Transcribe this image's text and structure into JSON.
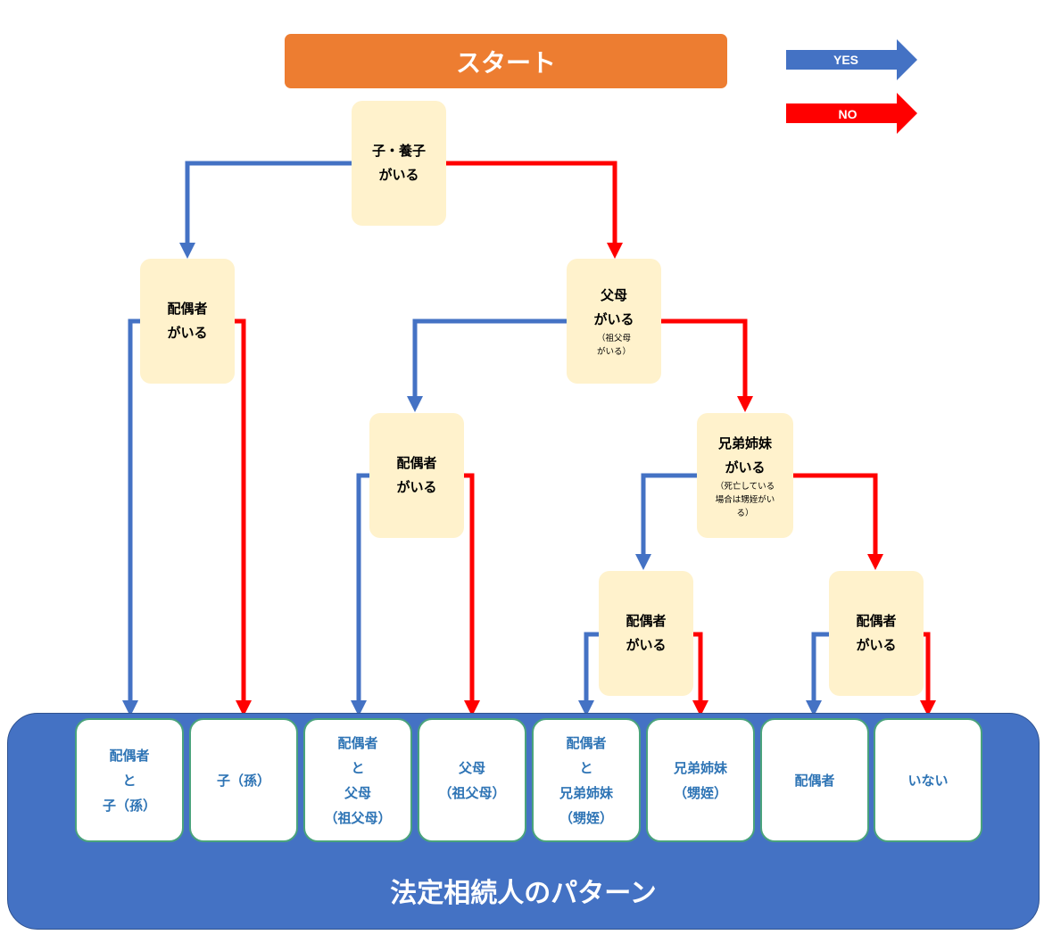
{
  "start": {
    "label": "スタート"
  },
  "legend": {
    "yes": "YES",
    "no": "NO",
    "yes_color": "#4472c4",
    "no_color": "#ff0000"
  },
  "decisions": {
    "children": {
      "line1": "子・養子",
      "line2": "がいる"
    },
    "spouse_a": {
      "line1": "配偶者",
      "line2": "がいる"
    },
    "parents": {
      "line1": "父母",
      "line2": "がいる",
      "note1": "（祖父母",
      "note2": "がいる）"
    },
    "spouse_b": {
      "line1": "配偶者",
      "line2": "がいる"
    },
    "siblings": {
      "line1": "兄弟姉妹",
      "line2": "がいる",
      "note1": "（死亡している",
      "note2": "場合は甥姪がい",
      "note3": "る）"
    },
    "spouse_c": {
      "line1": "配偶者",
      "line2": "がいる"
    },
    "spouse_d": {
      "line1": "配偶者",
      "line2": "がいる"
    }
  },
  "outcomes": [
    {
      "lines": [
        "配偶者",
        "と",
        "子（孫）"
      ]
    },
    {
      "lines": [
        "子（孫）"
      ]
    },
    {
      "lines": [
        "配偶者",
        "と",
        "父母",
        "（祖父母）"
      ]
    },
    {
      "lines": [
        "父母",
        "（祖父母）"
      ]
    },
    {
      "lines": [
        "配偶者",
        "と",
        "兄弟姉妹",
        "（甥姪）"
      ]
    },
    {
      "lines": [
        "兄弟姉妹",
        "（甥姪）"
      ]
    },
    {
      "lines": [
        "配偶者"
      ]
    },
    {
      "lines": [
        "いない"
      ]
    }
  ],
  "footer": {
    "title": "法定相続人のパターン"
  }
}
